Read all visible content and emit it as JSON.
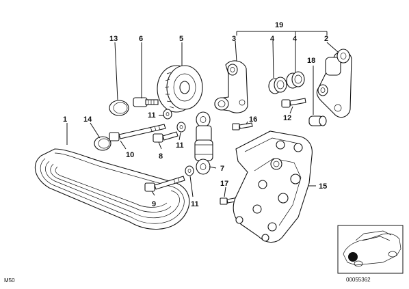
{
  "callouts": {
    "c1": "1",
    "c2": "2",
    "c3": "3",
    "c4a": "4",
    "c4b": "4",
    "c5": "5",
    "c6": "6",
    "c7": "7",
    "c8": "8",
    "c9": "9",
    "c10": "10",
    "c11a": "11",
    "c11b": "11",
    "c11c": "11",
    "c12": "12",
    "c13": "13",
    "c14": "14",
    "c15": "15",
    "c16": "16",
    "c17": "17",
    "c18": "18",
    "c19": "19"
  },
  "footer": {
    "model_code": "M50",
    "diagram_number": "00055362"
  }
}
